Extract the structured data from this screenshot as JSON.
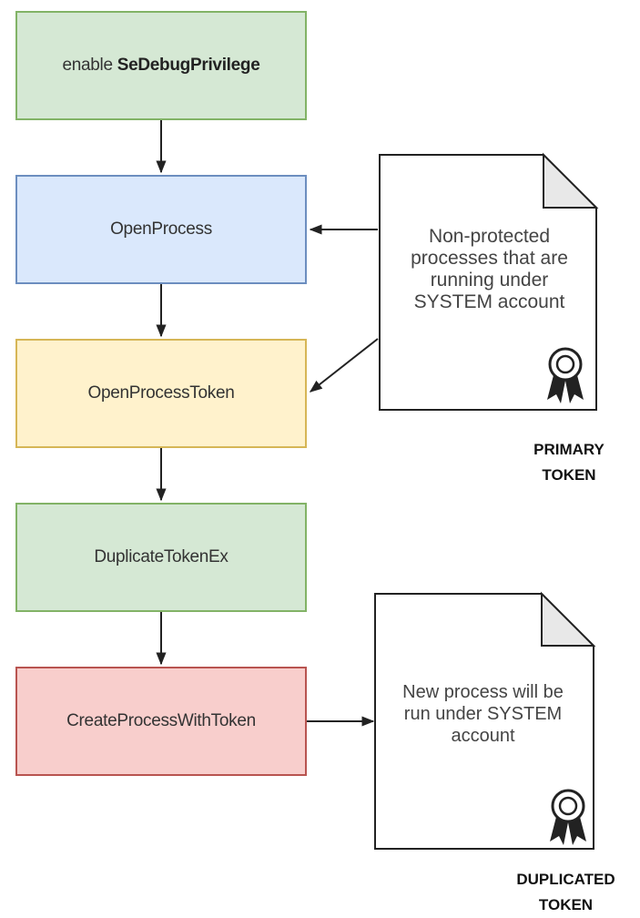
{
  "colors": {
    "green_fill": "#d5e8d4",
    "green_border": "#82b366",
    "blue_fill": "#dae8fc",
    "blue_border": "#6c8ebf",
    "yellow_fill": "#fff2cc",
    "yellow_border": "#d6b656",
    "red_fill": "#f8cecc",
    "red_border": "#b85450"
  },
  "steps": [
    {
      "prefix": "enable ",
      "bold": "SeDebugPrivilege",
      "color": "green"
    },
    {
      "label": "OpenProcess",
      "color": "blue"
    },
    {
      "label": "OpenProcessToken",
      "color": "yellow"
    },
    {
      "label": "DuplicateTokenEx",
      "color": "green"
    },
    {
      "label": "CreateProcessWithToken",
      "color": "red"
    }
  ],
  "notes": [
    {
      "lines": [
        "Non-protected",
        "processes that are",
        "running under",
        "SYSTEM account"
      ],
      "caption": [
        "PRIMARY",
        "TOKEN"
      ],
      "icon": "award-ribbon-icon"
    },
    {
      "lines": [
        "New process will be",
        "run under SYSTEM",
        "account"
      ],
      "caption": [
        "DUPLICATED",
        "TOKEN"
      ],
      "icon": "award-ribbon-icon"
    }
  ]
}
